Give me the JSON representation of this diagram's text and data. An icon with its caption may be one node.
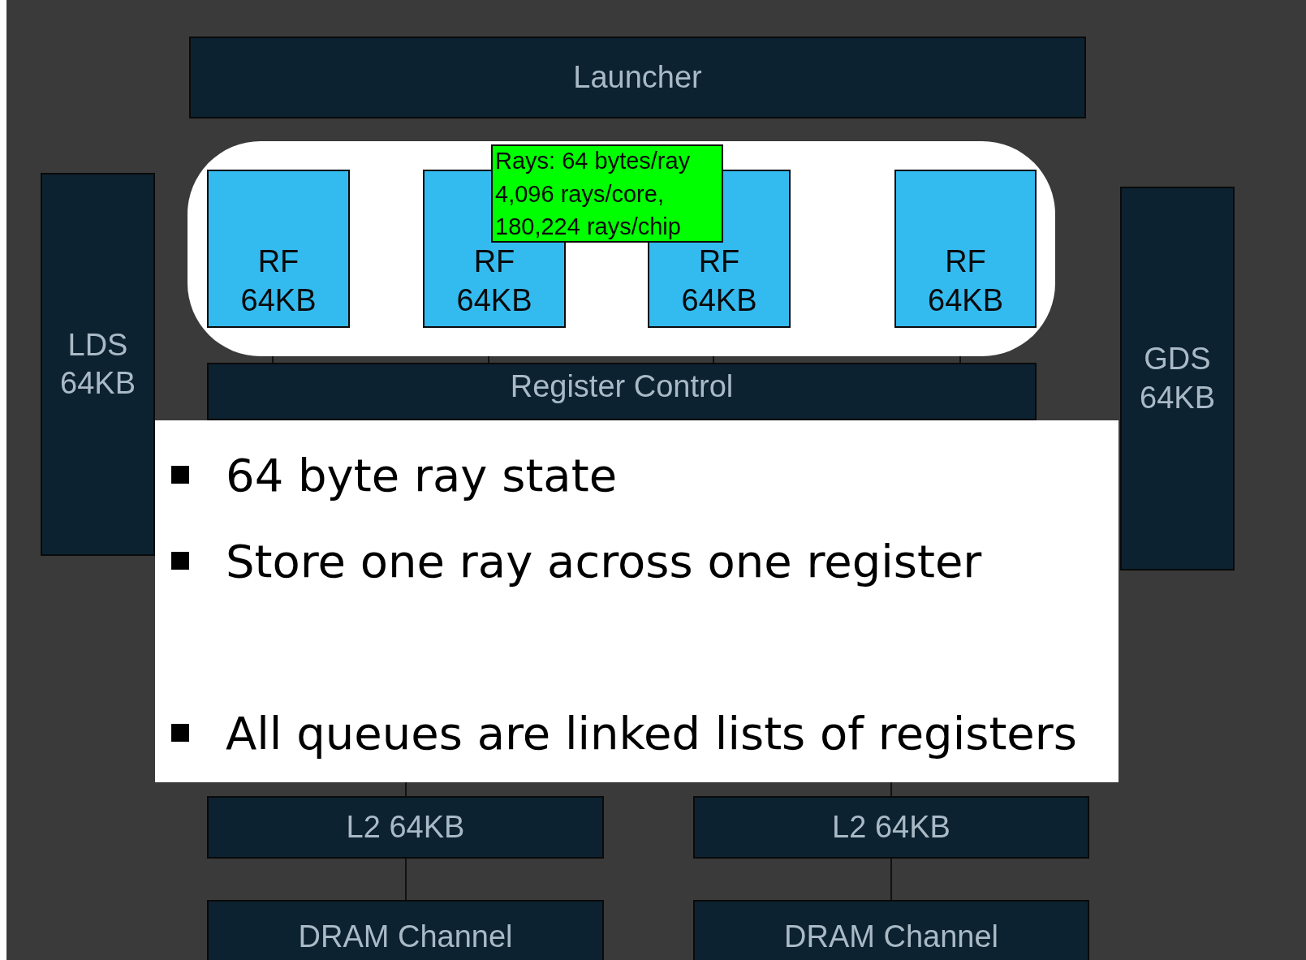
{
  "diagram": {
    "nodes": [
      {
        "text": [
          "Launcher"
        ]
      },
      {
        "text": [],
        "shape": "box"
      },
      {
        "text": [
          "RF 64KB"
        ],
        "in": 1
      },
      {
        "text": [
          "RF 64KB"
        ],
        "in": 1
      },
      {
        "text": [
          "RF 64KB"
        ],
        "in": 1
      },
      {
        "text": [
          "RF 64KB"
        ],
        "in": 1
      },
      {
        "text": [
          "Rays: 64 bytes/ray 4,096 rays/core, 180,224 rays/chip"
        ],
        "in": 1
      },
      {
        "text": [
          "LDS 64KB"
        ]
      },
      {
        "text": [
          "Register Control"
        ]
      },
      {
        "text": [
          "GDS 64KB"
        ]
      },
      {
        "text": [
          "64 byte ray state",
          "Store one ray across one register",
          "All queues are linked lists of registers"
        ]
      },
      {
        "text": [
          "L2 64KB"
        ]
      },
      {
        "text": [
          "L2 64KB"
        ]
      },
      {
        "text": [
          "DRAM Channel"
        ]
      },
      {
        "text": [
          "DRAM Channel"
        ]
      }
    ],
    "edges": [
      {
        "from": 2,
        "to": 8,
        "arrow": "none"
      },
      {
        "from": 3,
        "to": 8,
        "arrow": "none"
      },
      {
        "from": 4,
        "to": 8,
        "arrow": "none"
      },
      {
        "from": 5,
        "to": 8,
        "arrow": "none"
      },
      {
        "from": 10,
        "to": 11,
        "arrow": "none"
      },
      {
        "from": 10,
        "to": 12,
        "arrow": "none"
      },
      {
        "from": 11,
        "to": 13,
        "arrow": "none"
      },
      {
        "from": 12,
        "to": 14,
        "arrow": "none"
      }
    ]
  }
}
